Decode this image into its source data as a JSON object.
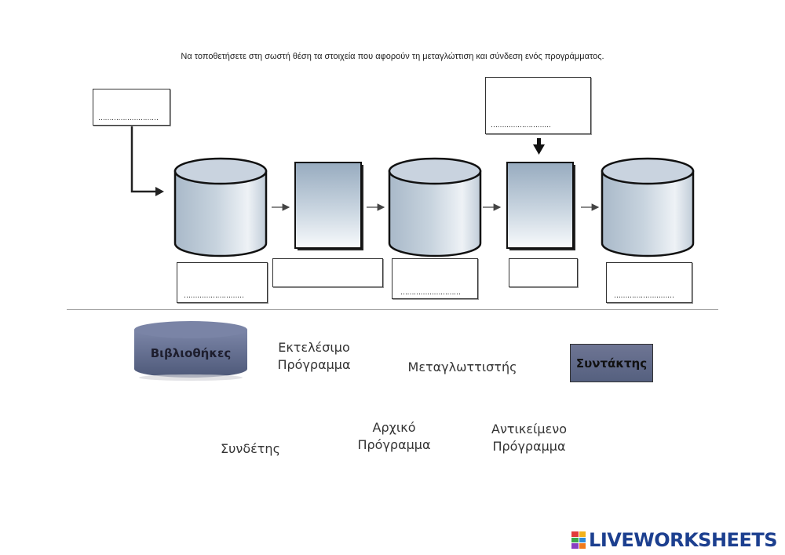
{
  "instruction": "Να τοποθετήσετε στη σωστή θέση τα στοιχεία που αφορούν τη μεταγλώττιση και σύνδεση ενός προγράμματος.",
  "blank_placeholder": "………………………",
  "word_bank": {
    "libraries": "Βιβλιοθήκες",
    "executable_line1": "Εκτελέσιμο",
    "executable_line2": "Πρόγραμμα",
    "compiler": "Μεταγλωττιστής",
    "editor": "Συντάκτης",
    "linker": "Συνδέτης",
    "source_line1": "Αρχικό",
    "source_line2": "Πρόγραμμα",
    "object_line1": "Αντικείμενο",
    "object_line2": "Πρόγραμμα"
  },
  "logo": {
    "text": "LIVEWORKSHEETS",
    "color": "#1c3f8f"
  },
  "colors": {
    "shape_top": "#c9d3df",
    "shape_side_dark": "#8fa3b8",
    "shape_light": "#f4f6f9"
  }
}
